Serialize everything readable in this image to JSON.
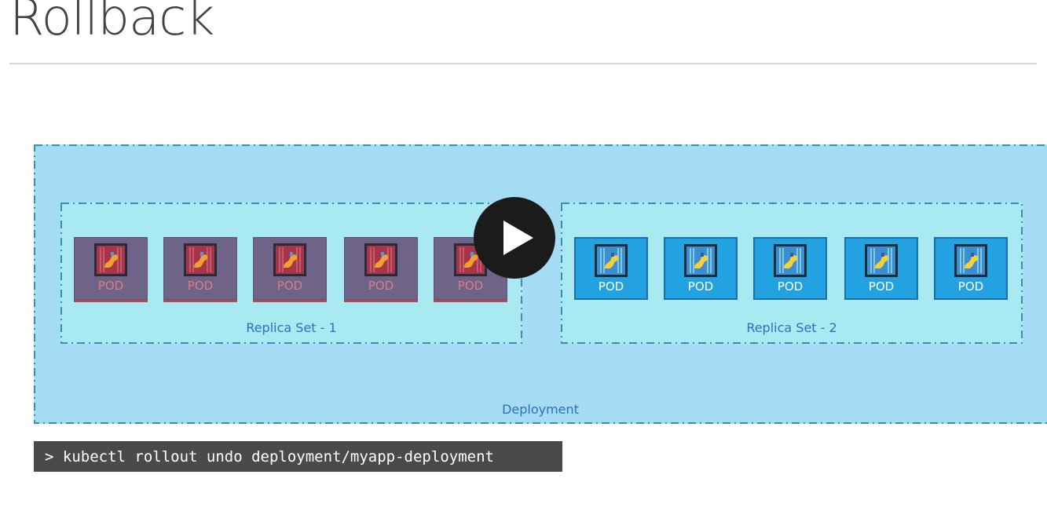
{
  "slide": {
    "title": "Rollback"
  },
  "diagram": {
    "deployment_label": "Deployment",
    "replica_sets": [
      {
        "label": "Replica Set - 1",
        "state": "old",
        "pods": [
          "POD",
          "POD",
          "POD",
          "POD",
          "POD"
        ]
      },
      {
        "label": "Replica Set - 2",
        "state": "new",
        "pods": [
          "POD",
          "POD",
          "POD",
          "POD",
          "POD"
        ]
      }
    ],
    "colors": {
      "deployment_bg": "#a3dcf3",
      "replica_set_bg": "#a8e9f2",
      "old_pod": "#6d6487",
      "new_pod": "#22a2e0",
      "label_text": "#2a73b8"
    }
  },
  "video": {
    "play_icon": "play-icon"
  },
  "terminal": {
    "command": "> kubectl rollout undo deployment/myapp-deployment"
  }
}
